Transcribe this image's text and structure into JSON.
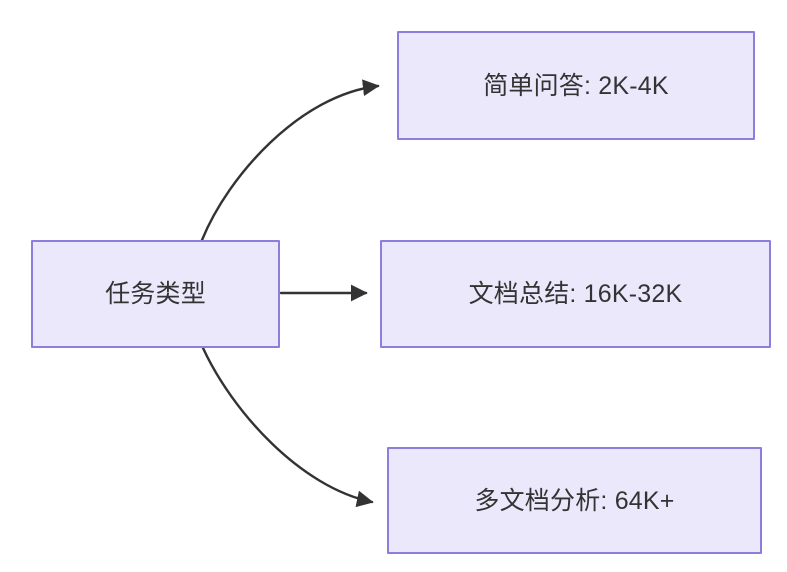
{
  "diagram": {
    "type": "flowchart",
    "direction": "left-to-right",
    "background_color": "#ffffff",
    "node_fill_color": "#ebe8fb",
    "node_border_color": "#8d7ddd",
    "node_text_color": "#333333",
    "edge_color": "#333333",
    "source": {
      "id": "task-type",
      "label": "任务类型"
    },
    "targets": [
      {
        "id": "simple-qa",
        "label": "简单问答: 2K-4K"
      },
      {
        "id": "doc-summary",
        "label": "文档总结: 16K-32K"
      },
      {
        "id": "multi-doc-analysis",
        "label": "多文档分析: 64K+"
      }
    ],
    "edges": [
      {
        "from": "task-type",
        "to": "simple-qa",
        "style": "curved",
        "arrowhead": "filled-triangle"
      },
      {
        "from": "task-type",
        "to": "doc-summary",
        "style": "straight",
        "arrowhead": "filled-triangle"
      },
      {
        "from": "task-type",
        "to": "multi-doc-analysis",
        "style": "curved",
        "arrowhead": "filled-triangle"
      }
    ]
  }
}
